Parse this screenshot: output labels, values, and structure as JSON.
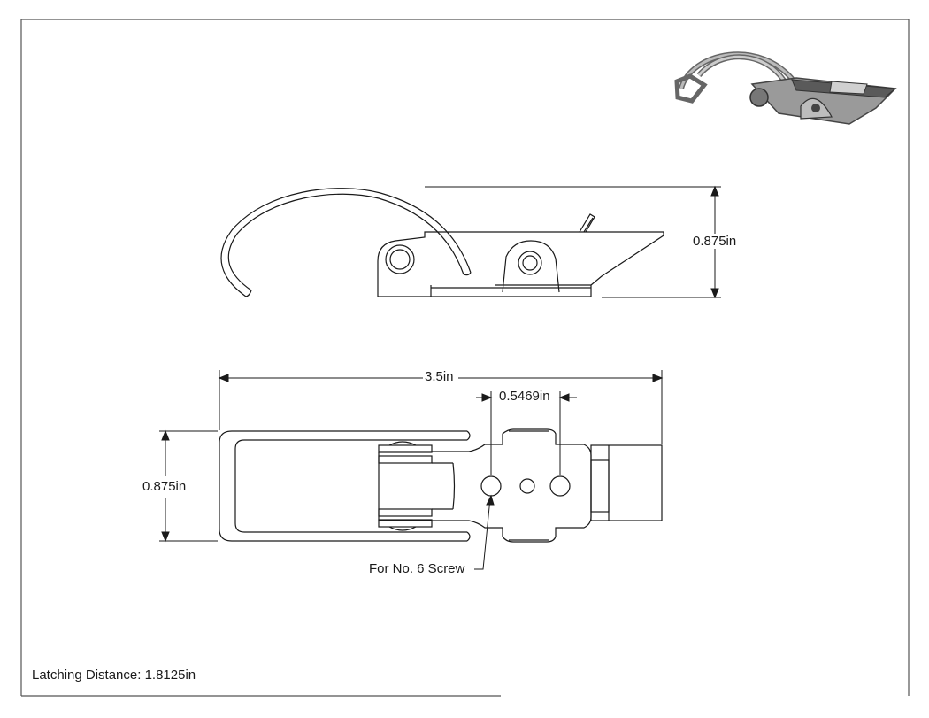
{
  "drawing": {
    "dimensions": {
      "side_height": "0.875in",
      "overall_length": "3.5in",
      "hole_spacing": "0.5469in",
      "top_width": "0.875in"
    },
    "callout": "For No. 6 Screw",
    "latching_distance": "Latching Distance: 1.8125in",
    "line_color": "#1a1a1a",
    "border_color": "#555555"
  }
}
